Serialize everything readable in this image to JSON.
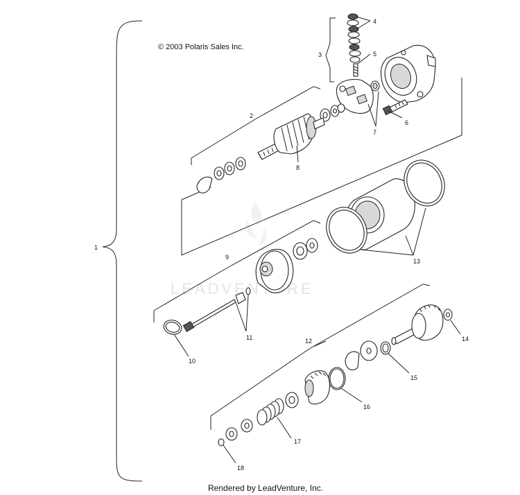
{
  "copyright": "© 2003 Polaris Sales Inc.",
  "watermark": "LEADVENTURE",
  "footer": "Rendered by LeadVenture, Inc.",
  "callouts": [
    "1",
    "2",
    "3",
    "4",
    "5",
    "6",
    "7",
    "8",
    "9",
    "10",
    "11",
    "12",
    "13",
    "14",
    "15",
    "16",
    "17",
    "18"
  ]
}
